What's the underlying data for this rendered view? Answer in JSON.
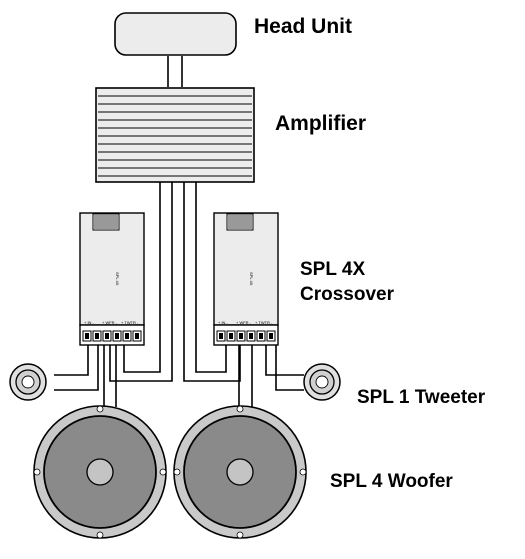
{
  "labels": {
    "head_unit": "Head Unit",
    "amplifier": "Amplifier",
    "crossover_line1": "SPL 4X",
    "crossover_line2": "Crossover",
    "tweeter": "SPL 1 Tweeter",
    "woofer": "SPL 4 Woofer"
  },
  "crossover_terminal_labels": {
    "in": "+ IN -",
    "woofer": "+ WFR -",
    "tweeter": "+ TWTR -"
  },
  "colors": {
    "stroke": "#000000",
    "box_fill": "#ececec",
    "speaker_outer": "#c9c9c9",
    "cone": "#8a8a8a",
    "dust_cap": "#c4c4c4"
  }
}
